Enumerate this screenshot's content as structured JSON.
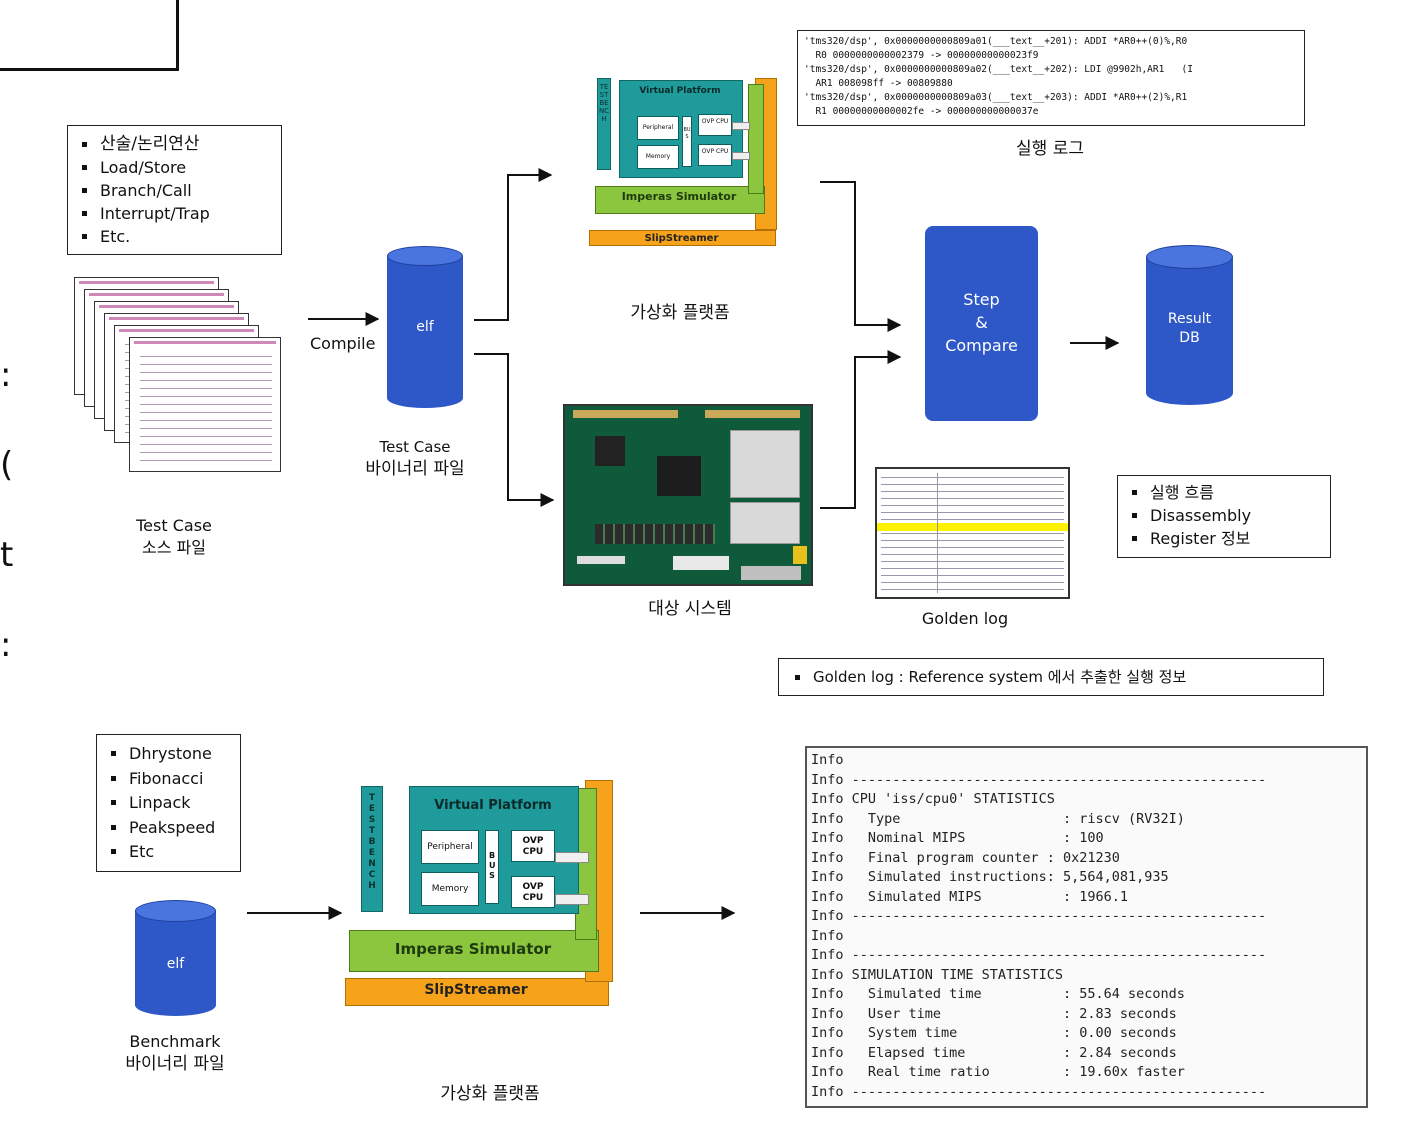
{
  "ops_list": [
    "산술/논리연산",
    "Load/Store",
    "Branch/Call",
    "Interrupt/Trap",
    "Etc."
  ],
  "source_files_caption": [
    "Test Case",
    "소스 파일"
  ],
  "compile_label": "Compile",
  "elf_label": "elf",
  "test_binary_caption": [
    "Test Case",
    "바이너리 파일"
  ],
  "vp_top": {
    "testbench": "TESTBENCH",
    "title": "Virtual Platform",
    "peripheral": "Peripheral",
    "memory": "Memory",
    "bus": "BUS",
    "cpu1": "OVP CPU",
    "cpu2": "OVP CPU",
    "simulator": "Imperas Simulator",
    "slipstreamer": "SlipStreamer",
    "caption": "가상화 플랫폼"
  },
  "exec_log": {
    "lines": [
      "'tms320/dsp', 0x0000000000809a01(___text__+201): ADDI *AR0++(0)%,R0",
      "  R0 0000000000002379 -> 00000000000023f9",
      "'tms320/dsp', 0x0000000000809a02(___text__+202): LDI @9902h,AR1   (I",
      "  AR1 008098ff -> 00809880",
      "'tms320/dsp', 0x0000000000809a03(___text__+203): ADDI *AR0++(2)%,R1",
      "  R1 00000000000002fe -> 000000000000037e"
    ],
    "caption": "실행 로그"
  },
  "step_compare": [
    "Step",
    "&",
    "Compare"
  ],
  "result_db": [
    "Result",
    "DB"
  ],
  "target_caption": "대상 시스템",
  "golden_caption": "Golden log",
  "golden_info_list": [
    "실행 흐름",
    "Disassembly",
    "Register 정보"
  ],
  "golden_note": "Golden log : Reference system 에서 추출한 실행 정보",
  "bench_list": [
    "Dhrystone",
    "Fibonacci",
    "Linpack",
    "Peakspeed",
    "Etc"
  ],
  "bench_binary_caption": [
    "Benchmark",
    "바이너리 파일"
  ],
  "vp_bottom": {
    "testbench": "TESTBENCH",
    "title": "Virtual Platform",
    "peripheral": "Peripheral",
    "memory": "Memory",
    "bus": "BUS",
    "cpu1": "OVP CPU",
    "cpu2": "OVP CPU",
    "simulator": "Imperas Simulator",
    "slipstreamer": "SlipStreamer",
    "caption": "가상화 플랫폼"
  },
  "stats_log": [
    "Info",
    "Info ---------------------------------------------------",
    "Info CPU 'iss/cpu0' STATISTICS",
    "Info   Type                    : riscv (RV32I)",
    "Info   Nominal MIPS            : 100",
    "Info   Final program counter : 0x21230",
    "Info   Simulated instructions: 5,564,081,935",
    "Info   Simulated MIPS          : 1966.1",
    "Info ---------------------------------------------------",
    "Info",
    "Info ---------------------------------------------------",
    "Info SIMULATION TIME STATISTICS",
    "Info   Simulated time          : 55.64 seconds",
    "Info   User time               : 2.83 seconds",
    "Info   System time             : 0.00 seconds",
    "Info   Elapsed time            : 2.84 seconds",
    "Info   Real time ratio         : 19.60x faster",
    "Info ---------------------------------------------------"
  ],
  "colors": {
    "cylinder": "#2e58c8",
    "vp_teal": "#1f9b9b",
    "vp_green": "#8cc63f",
    "vp_orange": "#f7a21b",
    "step_box": "#2e58c8"
  }
}
